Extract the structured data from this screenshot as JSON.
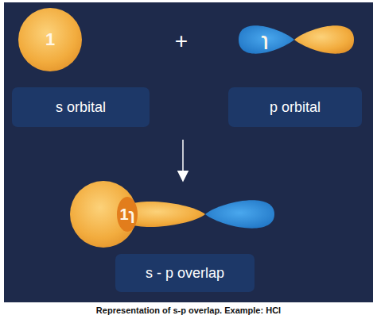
{
  "diagram": {
    "caption": "Representation of s-p overlap. Example: HCl",
    "nodes": [
      {
        "text": [
          "s orbital"
        ]
      },
      {
        "text": [
          "p orbital"
        ]
      },
      {
        "text": [
          "s - p overlap"
        ]
      }
    ],
    "labels": [
      "1",
      "+",
      "ɿ",
      "1ɿ"
    ]
  }
}
